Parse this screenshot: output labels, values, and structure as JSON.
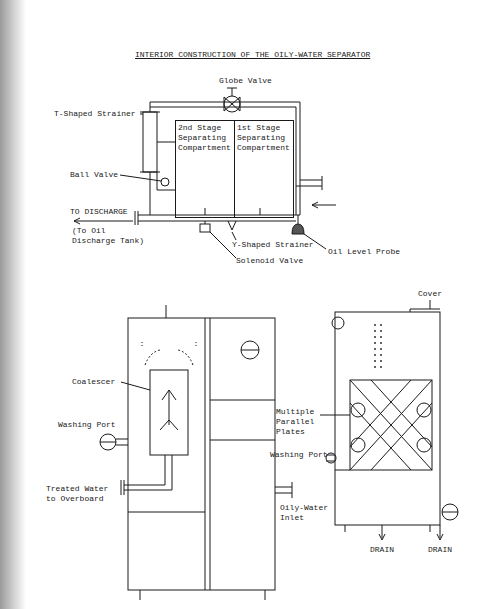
{
  "diagram": {
    "title": "INTERIOR CONSTRUCTION OF THE OILY-WATER SEPARATOR",
    "nodes": [
      {
        "text": [
          "2nd Stage Separating Compartment"
        ]
      },
      {
        "text": [
          "1st Stage Separating Compartment"
        ]
      }
    ],
    "labels": [
      "Globe Valve",
      "T-Shaped Strainer",
      "Ball Valve",
      "TO DISCHARGE",
      "(To Oil Discharge Tank)",
      "Y-Shaped Strainer",
      "Oil Level Probe",
      "Solenoid Valve",
      "Cover",
      "Coalescer",
      "Washing Port",
      "Multiple Parallel Plates",
      "Washing Port",
      "Treated Water to Overboard",
      "Oily-Water Inlet",
      "DRAIN",
      "DRAIN"
    ]
  }
}
